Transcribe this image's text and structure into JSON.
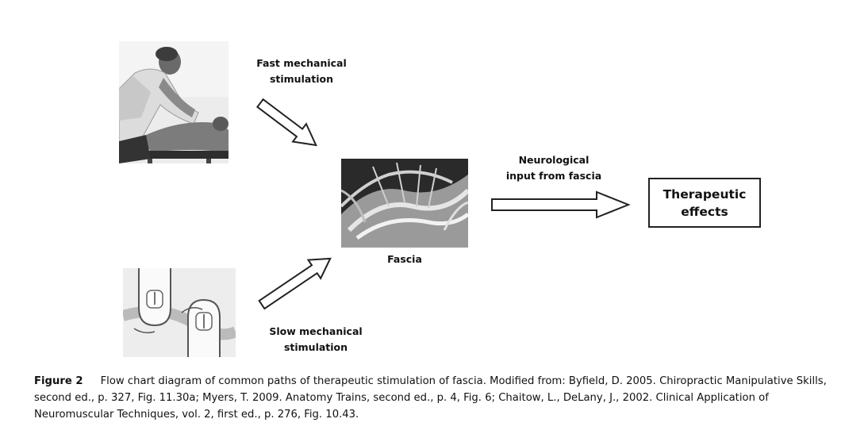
{
  "diagram": {
    "labels": {
      "fast_line1": "Fast mechanical",
      "fast_line2": "stimulation",
      "slow_line1": "Slow mechanical",
      "slow_line2": "stimulation",
      "neuro_line1": "Neurological",
      "neuro_line2": "input from fascia",
      "fascia": "Fascia"
    },
    "box": {
      "line1": "Therapeutic",
      "line2": "effects"
    },
    "images": {
      "massage": "massage-photo",
      "fascia": "fascia-photo",
      "fingers": "finger-technique-drawing"
    }
  },
  "caption": {
    "figure_label": "Figure 2",
    "text": "Flow chart diagram of common paths of therapeutic stimulation of fascia. Modified from: Byfield, D. 2005. Chiropractic Manipulative Skills, second ed., p. 327, Fig. 11.30a; Myers, T. 2009. Anatomy Trains, second ed., p. 4, Fig. 6; Chaitow, L., DeLany, J., 2002. Clinical Application of Neuromuscular Techniques, vol. 2, first ed., p. 276, Fig. 10.43."
  }
}
